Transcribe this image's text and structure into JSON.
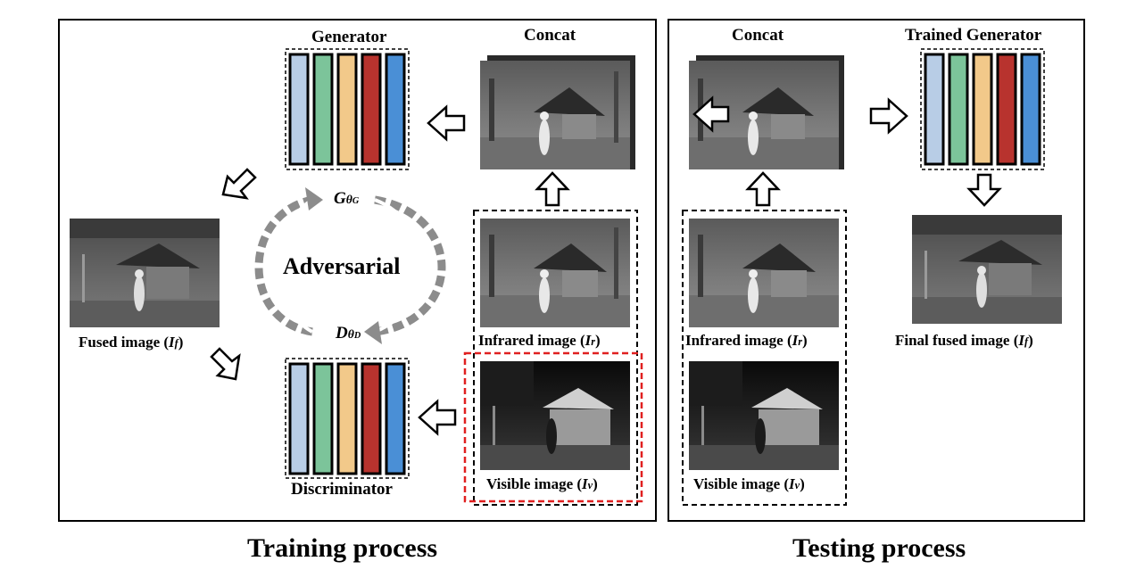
{
  "training": {
    "heading": "Training process",
    "generator_label": "Generator",
    "discriminator_label": "Discriminator",
    "concat_label": "Concat",
    "adversarial_label": "Adversarial",
    "g_symbol": {
      "base": "G",
      "sub": "θ",
      "subsub": "G"
    },
    "d_symbol": {
      "base": "D",
      "sub": "θ",
      "subsub": "D"
    },
    "fused_label": {
      "text": "Fused image (",
      "var": "I",
      "sub": "f",
      "close": ")"
    },
    "infrared_label": {
      "text": "Infrared image (",
      "var": "I",
      "sub": "r",
      "close": ")"
    },
    "visible_label": {
      "text": "Visible image (",
      "var": "I",
      "sub": "v",
      "close": ")"
    }
  },
  "testing": {
    "heading": "Testing process",
    "concat_label": "Concat",
    "trained_generator_label": "Trained Generator",
    "infrared_label": {
      "text": "Infrared image (",
      "var": "I",
      "sub": "r",
      "close": ")"
    },
    "visible_label": {
      "text": "Visible image (",
      "var": "I",
      "sub": "v",
      "close": ")"
    },
    "final_label": {
      "text": "Final fused image (",
      "var": "I",
      "sub": "f",
      "close": ")"
    }
  },
  "colors": {
    "layer_1": "#b8cde6",
    "layer_2": "#7cc49a",
    "layer_3": "#f2c98a",
    "layer_4": "#b8332e",
    "layer_5": "#4a8fd6",
    "dashed_gray": "#8c8c8c",
    "visible_highlight": "#e02020"
  }
}
